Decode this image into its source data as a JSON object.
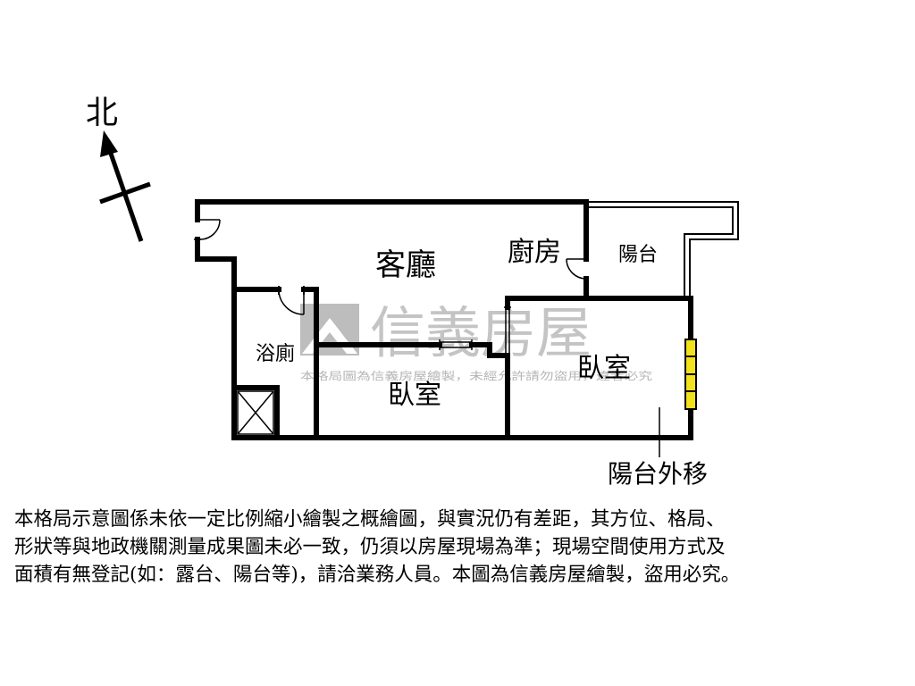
{
  "compass": {
    "label": "北"
  },
  "rooms": {
    "living": "客廳",
    "kitchen": "廚房",
    "balcony": "陽台",
    "bathroom": "浴廁",
    "bedroom_left": "臥室",
    "bedroom_right": "臥室"
  },
  "annotation": {
    "balcony_moved_out": "陽台外移"
  },
  "watermark": {
    "brand": "信義房屋",
    "notice": "本格局圖為信義房屋繪製，未經允許請勿盜用，違者必究"
  },
  "disclaimer": {
    "lines": [
      "本格局示意圖係未依一定比例縮小繪製之概繪圖，與實況仍有差距，其方位、格局、",
      "形狀等與地政機關測量成果圖未必一致，仍須以房屋現場為準；現場空間使用方式及",
      "面積有無登記(如：露台、陽台等)，請洽業務人員。本圖為信義房屋繪製，盜用必究。"
    ]
  },
  "colors": {
    "wall": "#000000",
    "window": "#f2e21c",
    "watermark": "#c8c8c8"
  }
}
